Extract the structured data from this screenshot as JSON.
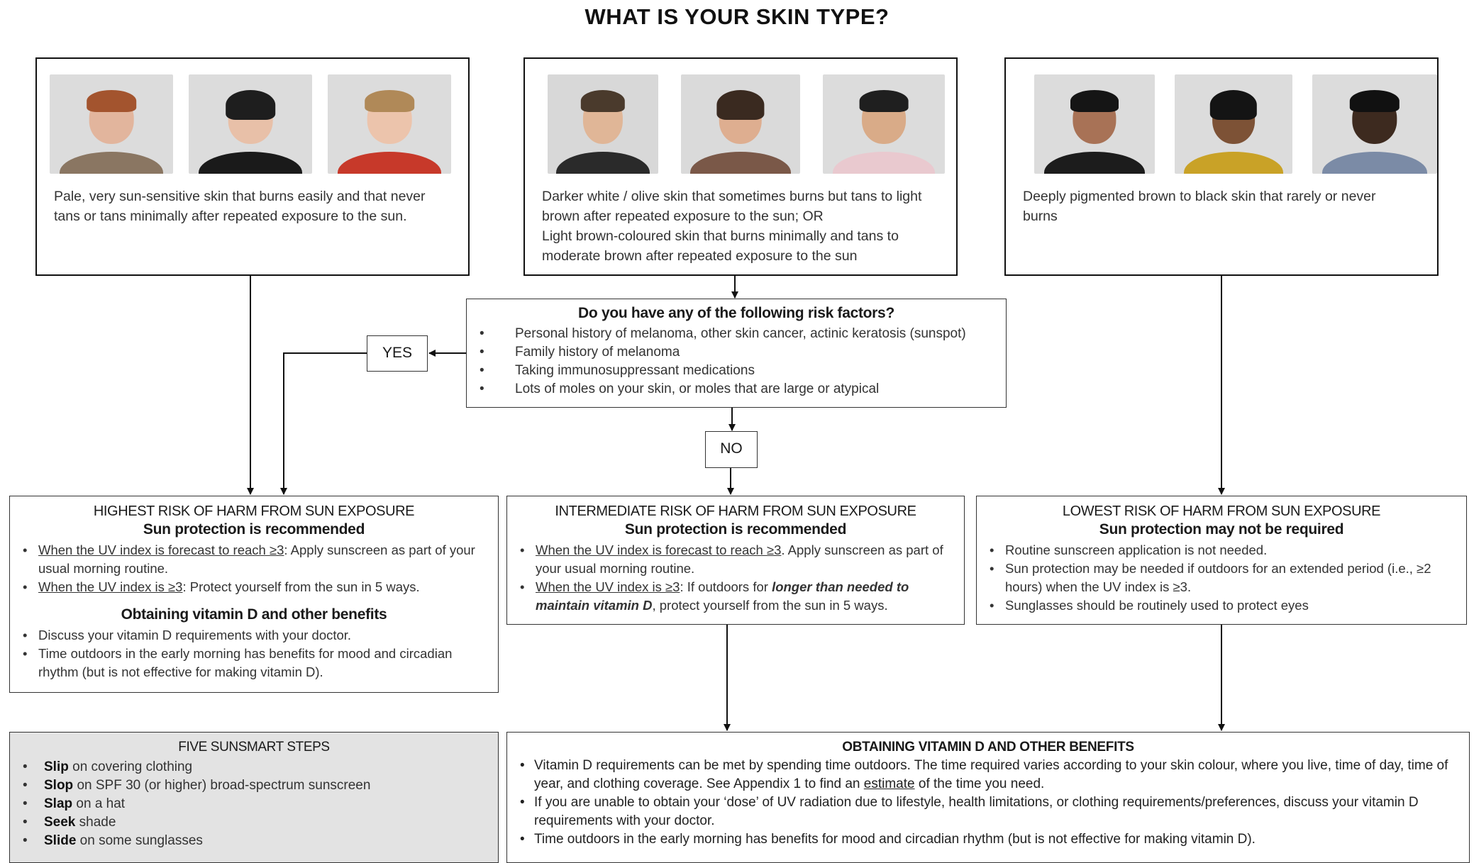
{
  "title": "WHAT IS YOUR SKIN TYPE?",
  "skin_types": [
    {
      "description": "Pale, very sun-sensitive skin that burns easily and that never tans or tans minimally after repeated exposure to the sun."
    },
    {
      "description_lines": [
        "Darker white / olive skin that sometimes burns but tans to light brown after repeated exposure to the sun; OR",
        "Light brown-coloured skin that burns minimally and tans to moderate brown after repeated exposure to the sun"
      ]
    },
    {
      "description": "Deeply pigmented brown to black skin that rarely or never burns"
    }
  ],
  "risk_factors": {
    "question": "Do you have any of the following risk factors?",
    "items": [
      "Personal history of melanoma, other skin cancer, actinic keratosis (sunspot)",
      "Family history of melanoma",
      "Taking immunosuppressant medications",
      "Lots of moles on your skin, or moles that are large or atypical"
    ]
  },
  "yes_label": "YES",
  "no_label": "NO",
  "highest": {
    "heading": "HIGHEST RISK OF HARM FROM SUN EXPOSURE",
    "subheading": "Sun protection is recommended",
    "b1_u": "When the UV index is forecast to reach ≥3",
    "b1_rest": ": Apply sunscreen as part of your usual morning routine.",
    "b2_u": "When the UV index is ≥3",
    "b2_rest": ": Protect yourself from the sun in 5 ways.",
    "vitamin_heading": "Obtaining vitamin D and other benefits",
    "vitamin_items": [
      "Discuss your vitamin D requirements with your doctor.",
      "Time outdoors in the early morning has benefits for mood and circadian rhythm (but is not effective for making vitamin D)."
    ]
  },
  "intermediate": {
    "heading": "INTERMEDIATE RISK OF HARM FROM SUN EXPOSURE",
    "subheading": "Sun protection is recommended",
    "b1_u": "When the UV index is forecast to reach ≥3",
    "b1_rest": ". Apply sunscreen as part of your usual morning routine.",
    "b2_u": "When the UV index is ≥3",
    "b2_mid": ": If outdoors for ",
    "b2_bi": "longer than needed to maintain vitamin D",
    "b2_rest": ", protect yourself from the sun in 5 ways."
  },
  "lowest": {
    "heading": "LOWEST RISK OF HARM FROM SUN EXPOSURE",
    "subheading": "Sun protection may not be required",
    "items": [
      "Routine sunscreen application is not needed.",
      "Sun protection may be needed if outdoors for an extended period (i.e., ≥2 hours) when the UV index is ≥3.",
      "Sunglasses should be routinely used to protect eyes"
    ]
  },
  "sunsmart": {
    "heading": "FIVE SUNSMART STEPS",
    "steps": [
      {
        "bold": "Slip",
        "rest": " on covering clothing"
      },
      {
        "bold": "Slop",
        "rest": " on SPF 30 (or higher) broad-spectrum sunscreen"
      },
      {
        "bold": "Slap",
        "rest": " on a hat"
      },
      {
        "bold": "Seek",
        "rest": " shade"
      },
      {
        "bold": "Slide",
        "rest": " on some sunglasses"
      }
    ]
  },
  "vitamin_d": {
    "heading": "OBTAINING VITAMIN D AND OTHER BENEFITS",
    "b1_pre": "Vitamin D requirements can be met by spending time outdoors. The time required varies according to your skin colour, where you live, time of day, time of year, and clothing coverage. See Appendix 1 to find an ",
    "b1_u": "estimate",
    "b1_post": " of the time you need.",
    "b2": "If you are unable to obtain your ‘dose’ of UV radiation due to lifestyle, health limitations, or clothing requirements/preferences, discuss your vitamin D requirements with your doctor.",
    "b3": "Time outdoors in the early morning has benefits for mood and circadian rhythm (but is not effective for making vitamin D)."
  },
  "colors": {
    "sunsmart_bg": "#e3e3e3",
    "border": "#333333",
    "photo_bg": "#dcdcdc"
  }
}
